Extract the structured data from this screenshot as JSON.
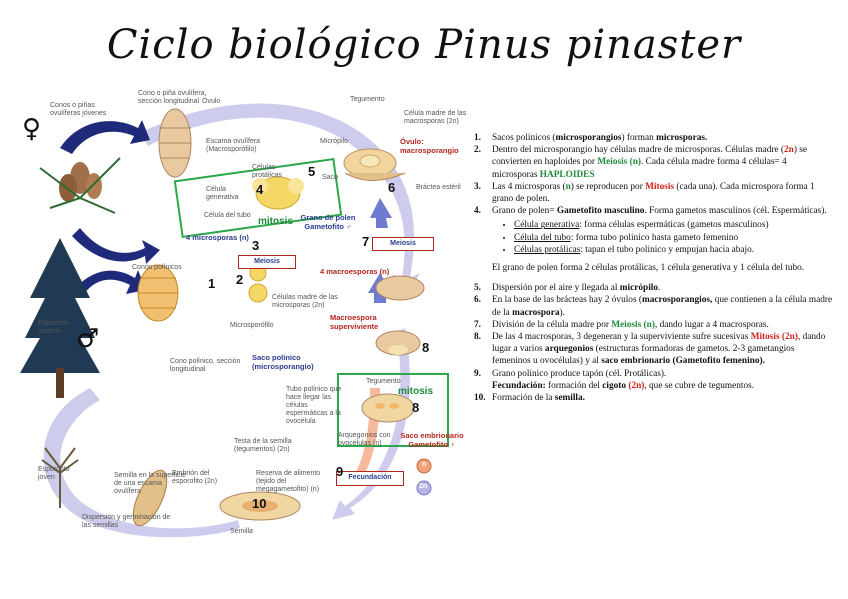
{
  "title": "Ciclo biológico Pinus pinaster",
  "diagram": {
    "female_symbol": "♀",
    "male_symbol": "♂",
    "labels": {
      "conos_jovenes": "Conos o piñas ovulíferas jóvenes",
      "cono_pina": "Cono o piña ovulífera, sección longitudinal",
      "ovulo_top": "Óvulo",
      "escama": "Escama ovulífera (Macrosporófilo)",
      "tegumento": "Tegumento",
      "celula_madre_macro": "Célula madre de las macrosporas (2n)",
      "micropilo": "Micrópilo",
      "ovulo_macro": "Óvulo: macrosporangio",
      "bractea": "Bráctea estéril",
      "celulas_protalicas": "Células protálicas",
      "celula_generativa": "Célula generativa",
      "saco": "Saco",
      "celula_tubo": "Célula del tubo",
      "mitosis_top": "mitosis",
      "grano_polen": "Grano de polen Gametofito ♂",
      "cuatro_micro": "4 microsporas (n)",
      "conos_polinicos": "Conos polínicos",
      "celulas_madre_micro": "Células madre de las microsporas (2n)",
      "esporofito_maduro": "Esporofito maduro",
      "microsporofilo": "Microsporófilo",
      "cono_polinico": "Cono polínico, sección longitudinal",
      "saco_polinico": "Saco polínico (microsporangio)",
      "cuatro_macro": "4 macroesporas (n)",
      "macrospora_superv": "Macroespora superviviente",
      "tubo_polinico": "Tubo polínico que hace llegar las células espermáticas a la ovocélula",
      "tegumento2": "Tegumento",
      "mitosis_bottom": "mitosis",
      "arquegonios": "Arquegonios con ovocélulas (n)",
      "saco_embrionario": "Saco embrionario Gametofito ♀",
      "semilla_superficie": "Semilla en la superficie de una escama ovulífera",
      "testa": "Testa de la semilla (tegumentos) (2n)",
      "embrion": "Embrión del esporofito (2n)",
      "reserva": "Reserva de alimento (tejido del megagametofito) (n)",
      "esporofito_joven": "Esporofito joven",
      "dispersion": "Dispersión y germinación de las semillas",
      "semilla": "Semilla",
      "n_marker": "n",
      "twon_marker": "2n"
    },
    "boxes": {
      "meiosis_micro": "Meiosis",
      "meiosis_macro": "Meiosis",
      "fecundacion": "Fecundación"
    },
    "numbers": [
      "1",
      "2",
      "3",
      "4",
      "5",
      "6",
      "7",
      "8",
      "8",
      "9",
      "10"
    ],
    "colors": {
      "cycle_arrow": "#b7b4e2",
      "dark_arrow": "#1f2b7a",
      "fert_arrow": "#f08a55",
      "green_frame": "#2aa84a",
      "red_box": "#b3261e"
    }
  },
  "list": {
    "i1": {
      "num": "1.",
      "a": "Sacos polínicos (",
      "b": "microsporangios",
      "c": ") forman ",
      "d": "microsporas."
    },
    "i2": {
      "num": "2.",
      "a": "Dentro del microsporangio hay células madre de microsporas. Células madre (",
      "b": "2n",
      "c": ") se convierten en haploides por ",
      "d": "Meiosis (n)",
      "e": ". Cada célula madre forma 4 células= 4 microsporas ",
      "f": "HAPLOIDES"
    },
    "i3": {
      "num": "3.",
      "a": "Las 4 microsporas (",
      "b": "n",
      "c": ") se reproducen por ",
      "d": "Mitosis",
      "e": " (cada una). Cada microspora forma 1 grano de polen."
    },
    "i4": {
      "num": "4.",
      "a": "Grano de polen= ",
      "b": "Gametofito masculino",
      "c": ". Forma gametos masculinos (cél. Espermáticas).",
      "sub": [
        {
          "u": "Célula generativa",
          "t": ": forma células espermáticas (gametos masculinos)"
        },
        {
          "u": "Célula del tubo",
          "t": ": forma tubo polínico hasta gameto femenino"
        },
        {
          "u": "Células protálicas",
          "t": ": tapan el tubo polínico y empujan hacia abajo."
        }
      ]
    },
    "para": "El grano de polen forma 2 células protálicas, 1 célula generativa y 1 célula del tubo.",
    "i5": {
      "num": "5.",
      "a": "Dispersión por el aire y llegada al ",
      "b": "micrópilo",
      "c": "."
    },
    "i6": {
      "num": "6.",
      "a": "En la base de las brácteas hay 2 óvulos (",
      "b": "macrosporangios,",
      "c": " que contienen a la célula madre de la ",
      "d": "macrospora",
      "e": ")."
    },
    "i7": {
      "num": "7.",
      "a": "División de la célula madre por ",
      "b": "Meiosis (n)",
      "c": ", dando lugar a 4 macrosporas."
    },
    "i8": {
      "num": "8.",
      "a": "De las 4 macrosporas, 3 degeneran y la superviviente sufre sucesivas ",
      "b": "Mitosis (2n)",
      "c": ", dando lugar a varios ",
      "d": "arquegonios",
      "e": " (estructuras formadoras de gametos. 2-3 gametangios femeninos u ovocélulas) y al ",
      "f": "saco embrionario (Gametofito femenino)."
    },
    "i9": {
      "num": "9.",
      "a": "Grano polínico produce tapón (cél. Protálicas)."
    },
    "fec": {
      "a": "Fecundación:",
      "b": " formación del ",
      "c": "cigoto",
      "d": " ",
      "e": "(2n)",
      "f": ", que se cubre de tegumentos."
    },
    "i10": {
      "num": "10.",
      "a": "Formación de la ",
      "b": "semilla."
    }
  }
}
